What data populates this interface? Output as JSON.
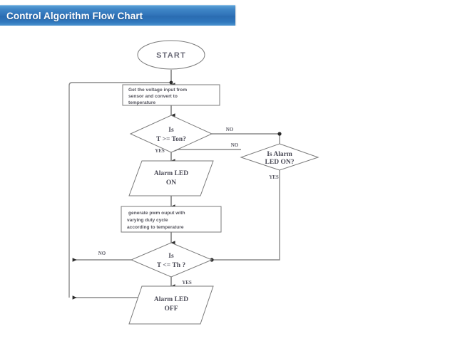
{
  "banner": {
    "title": "Control Algorithm Flow Chart",
    "accent_color": "#2f72b8",
    "text_color": "#ffffff"
  },
  "flowchart": {
    "nodes": {
      "start": {
        "label": "START",
        "shape": "oval"
      },
      "read_sensor": {
        "shape": "process",
        "line1": "Get the voltage input from",
        "line2": "sensor and convert to",
        "line3": "temperature"
      },
      "decision_ton": {
        "shape": "decision",
        "line1": "Is",
        "line2": "T >= Ton?"
      },
      "decision_alarm": {
        "shape": "decision",
        "line1": "Is Alarm",
        "line2": "LED ON?"
      },
      "alarm_on": {
        "shape": "parallelogram",
        "line1": "Alarm LED",
        "line2": "ON"
      },
      "pwm": {
        "shape": "process",
        "line1": "generate pwm ouput with",
        "line2": "varying duty cycle",
        "line3": "according to temperature"
      },
      "decision_th": {
        "shape": "decision",
        "line1": "Is",
        "line2": "T <= Th ?"
      },
      "alarm_off": {
        "shape": "parallelogram",
        "line1": "Alarm LED",
        "line2": "OFF"
      }
    },
    "edge_labels": {
      "ton_no": "NO",
      "ton_yes": "YES",
      "alarm_no": "NO",
      "alarm_yes": "YES",
      "th_no": "NO",
      "th_yes": "YES"
    },
    "stroke_color": "#7a7a7a",
    "fill_color": "#ffffff"
  }
}
